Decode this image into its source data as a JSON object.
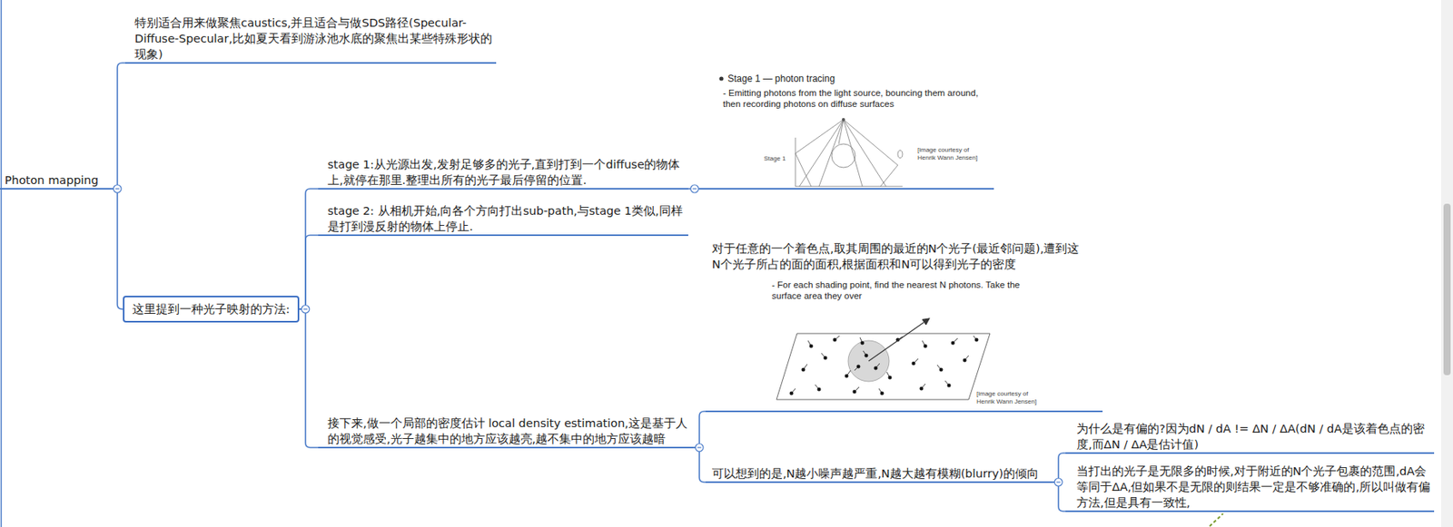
{
  "diagram": {
    "nodes": [
      {
        "text": [
          "Photon mapping"
        ]
      },
      {
        "text": [
          "特别适合用来做聚焦caustics,并且适合与做SDS路径(Specular-Diffuse-Specular,比如夏天看到游泳池水底的聚焦出某些特殊形状的现象)"
        ]
      },
      {
        "text": [
          "这里提到一种光子映射的方法:"
        ]
      },
      {
        "text": [
          "stage 1:从光源出发,发射足够多的光子,直到打到一个diffuse的物体上,就停在那里.整理出所有的光子最后停留的位置."
        ]
      },
      {
        "text": [
          "Stage 1 — photon tracing",
          "- Emitting photons from the light source, bouncing them around, then recording photons on diffuse surfaces",
          "Stage 1",
          "[image courtesy of Henrik Wann Jensen]"
        ]
      },
      {
        "text": [
          "stage 2: 从相机开始,向各个方向打出sub-path,与stage 1类似,同样是打到漫反射的物体上停止."
        ]
      },
      {
        "text": [
          "接下来,做一个局部的密度估计 local density estimation,这是基于人的视觉感受,光子越集中的地方应该越亮,越不集中的地方应该越暗"
        ]
      },
      {
        "text": [
          "对于任意的一个着色点,取其周围的最近的N个光子(最近邻问题),遭到这N个光子所占的面的面积,根据面积和N可以得到光子的密度",
          "- For each shading point, find the nearest N photons. Take the surface area they over",
          "[image courtesy of Henrik Wann Jensen]"
        ]
      },
      {
        "text": [
          "可以想到的是,N越小噪声越严重,N越大越有模糊(blurry)的倾向"
        ]
      },
      {
        "text": [
          "为什么是有偏的?因为dN / dA != ΔN / ΔA(dN / dA是该着色点的密度,而ΔN / ΔA是估计值)"
        ]
      },
      {
        "text": [
          "当打出的光子是无限多的时候,对于附近的N个光子包裹的范围,dA会等同于ΔA,但如果不是无限的则结果一定是不够准确的,所以叫做有偏方法,但是具有一致性,"
        ]
      }
    ],
    "edges": [
      {
        "from": 0,
        "to": 1,
        "arrow": "none"
      },
      {
        "from": 0,
        "to": 2,
        "arrow": "none"
      },
      {
        "from": 2,
        "to": 3,
        "arrow": "none"
      },
      {
        "from": 3,
        "to": 4,
        "arrow": "none"
      },
      {
        "from": 2,
        "to": 5,
        "arrow": "none"
      },
      {
        "from": 2,
        "to": 6,
        "arrow": "none"
      },
      {
        "from": 6,
        "to": 7,
        "arrow": "none"
      },
      {
        "from": 6,
        "to": 8,
        "arrow": "none"
      },
      {
        "from": 8,
        "to": 9,
        "arrow": "none"
      },
      {
        "from": 8,
        "to": 10,
        "arrow": "none"
      }
    ]
  }
}
